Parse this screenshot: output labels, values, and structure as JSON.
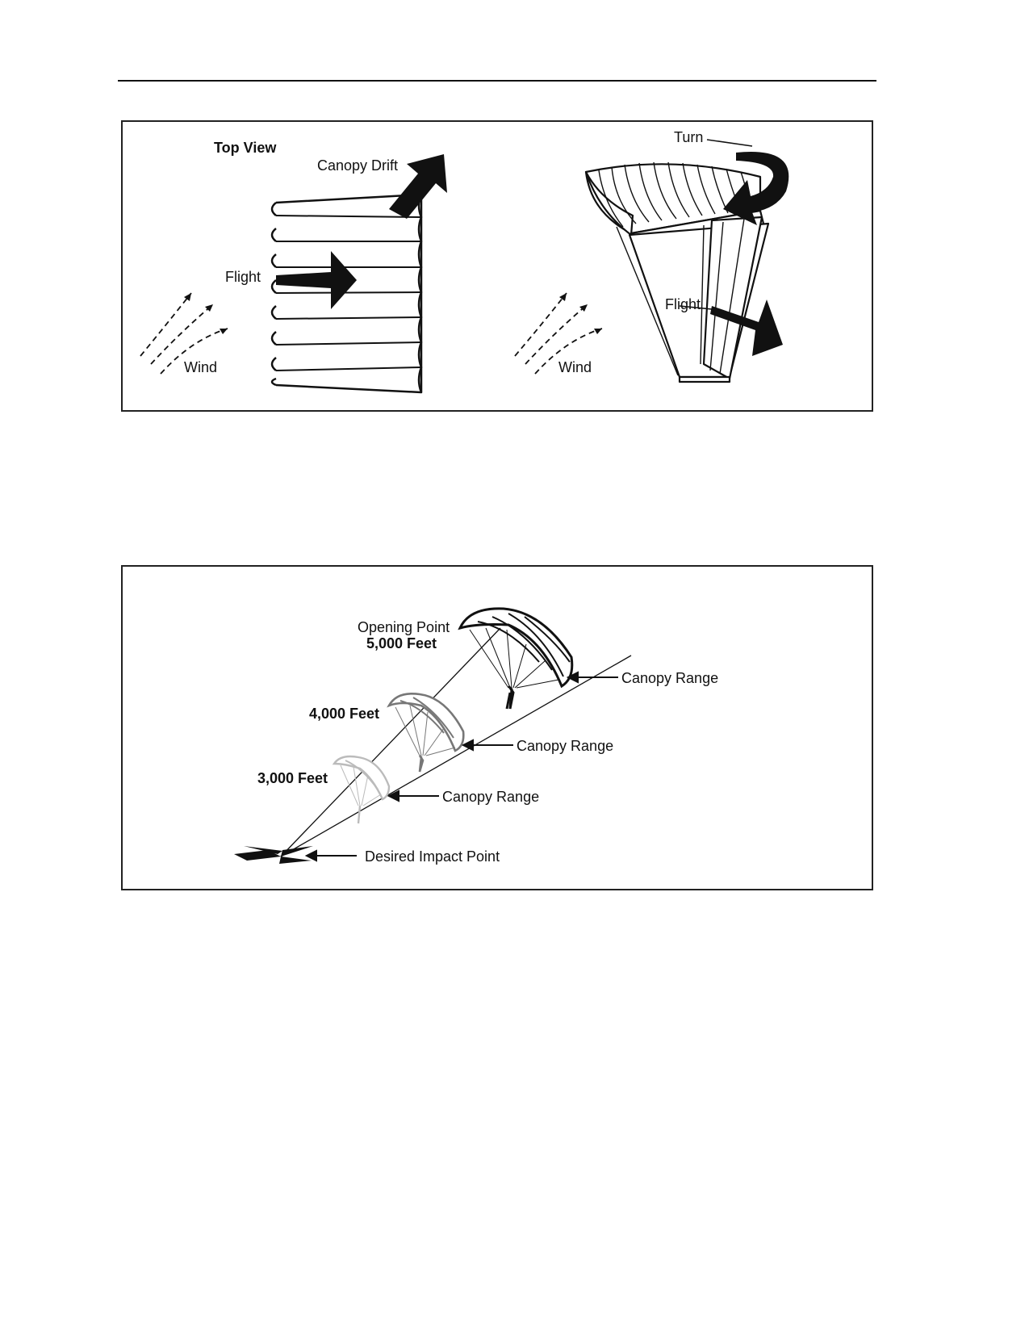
{
  "figure_top": {
    "top_view_label": "Top View",
    "canopy_drift_label": "Canopy Drift",
    "flight_label_left": "Flight",
    "wind_label_left": "Wind",
    "turn_label": "Turn",
    "flight_label_right": "Flight",
    "wind_label_right": "Wind"
  },
  "figure_bottom": {
    "opening_point_label": "Opening Point",
    "altitude_5000": "5,000 Feet",
    "altitude_4000": "4,000 Feet",
    "altitude_3000": "3,000 Feet",
    "canopy_range_1": "Canopy Range",
    "canopy_range_2": "Canopy Range",
    "canopy_range_3": "Canopy Range",
    "desired_impact_point": "Desired Impact Point"
  }
}
